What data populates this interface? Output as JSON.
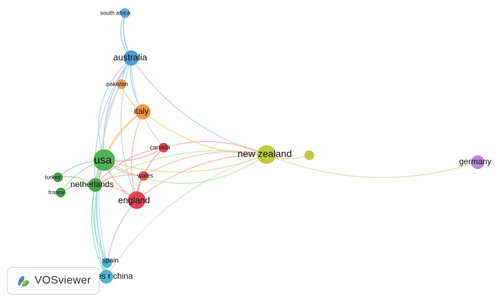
{
  "network": {
    "nodes": [
      {
        "id": "south_africa",
        "label": "south africa",
        "color": "#5fa4dc",
        "weight": 1
      },
      {
        "id": "australia",
        "label": "australia",
        "color": "#4a97d6",
        "weight": 4
      },
      {
        "id": "pakistan",
        "label": "pakistan",
        "color": "#e8934a",
        "weight": 1
      },
      {
        "id": "italy",
        "label": "italy",
        "color": "#ef8f3a",
        "weight": 4
      },
      {
        "id": "canada",
        "label": "canada",
        "color": "#e03c3c",
        "weight": 1
      },
      {
        "id": "usa",
        "label": "usa",
        "color": "#47b04f",
        "weight": 10
      },
      {
        "id": "new_zealand",
        "label": "new zealand",
        "color": "#bcc73a",
        "weight": 7
      },
      {
        "id": "nz_satellite",
        "label": "",
        "color": "#bcc73a",
        "weight": 1
      },
      {
        "id": "germany",
        "label": "germany",
        "color": "#b37fdc",
        "weight": 3
      },
      {
        "id": "turkey",
        "label": "turkey",
        "color": "#3f9a45",
        "weight": 1
      },
      {
        "id": "netherlands",
        "label": "netherlands",
        "color": "#3fa245",
        "weight": 3
      },
      {
        "id": "france",
        "label": "france",
        "color": "#3f9a45",
        "weight": 1
      },
      {
        "id": "wales",
        "label": "wales",
        "color": "#e05050",
        "weight": 1
      },
      {
        "id": "england",
        "label": "england",
        "color": "#e03c4c",
        "weight": 6
      },
      {
        "id": "spain",
        "label": "spain",
        "color": "#3fb3d0",
        "weight": 1
      },
      {
        "id": "peoples_r_china",
        "label": "peoples r china",
        "color": "#3fb3d0",
        "weight": 3
      }
    ],
    "edges": [
      {
        "source": "south_africa",
        "target": "australia",
        "color": "#8bbce6"
      },
      {
        "source": "south_africa",
        "target": "australia",
        "color": "#a4c9ea"
      },
      {
        "source": "australia",
        "target": "pakistan",
        "color": "#a8c8e6"
      },
      {
        "source": "australia",
        "target": "italy",
        "color": "#a8c8e6"
      },
      {
        "source": "australia",
        "target": "usa",
        "color": "#a8c8e6"
      },
      {
        "source": "australia",
        "target": "usa",
        "color": "#b7d2ea"
      },
      {
        "source": "australia",
        "target": "new_zealand",
        "color": "#a8c8e6"
      },
      {
        "source": "australia",
        "target": "england",
        "color": "#b4cdea"
      },
      {
        "source": "australia",
        "target": "canada",
        "color": "#c4d8ec"
      },
      {
        "source": "australia",
        "target": "netherlands",
        "color": "#b8d0ea"
      },
      {
        "source": "australia",
        "target": "peoples_r_china",
        "color": "#a9d9e8"
      },
      {
        "source": "australia",
        "target": "spain",
        "color": "#b2dde9"
      },
      {
        "source": "pakistan",
        "target": "usa",
        "color": "#f2c89c"
      },
      {
        "source": "pakistan",
        "target": "italy",
        "color": "#f2c89c"
      },
      {
        "source": "italy",
        "target": "usa",
        "color": "#f4c68e"
      },
      {
        "source": "italy",
        "target": "new_zealand",
        "color": "#f1d58c"
      },
      {
        "source": "italy",
        "target": "england",
        "color": "#f3b3a0"
      },
      {
        "source": "italy",
        "target": "netherlands",
        "color": "#d7cf8e"
      },
      {
        "source": "usa",
        "target": "new_zealand",
        "color": "#cfe08e"
      },
      {
        "source": "usa",
        "target": "new_zealand",
        "color": "#bcdd98"
      },
      {
        "source": "usa",
        "target": "england",
        "color": "#f2a4a4"
      },
      {
        "source": "usa",
        "target": "canada",
        "color": "#f2a4a4"
      },
      {
        "source": "usa",
        "target": "wales",
        "color": "#f2a4a4"
      },
      {
        "source": "usa",
        "target": "netherlands",
        "color": "#9ad69c"
      },
      {
        "source": "usa",
        "target": "turkey",
        "color": "#a3d6a5"
      },
      {
        "source": "usa",
        "target": "france",
        "color": "#a3d6a5"
      },
      {
        "source": "usa",
        "target": "spain",
        "color": "#9ad9cc"
      },
      {
        "source": "usa",
        "target": "peoples_r_china",
        "color": "#9ad9cc"
      },
      {
        "source": "new_zealand",
        "target": "germany",
        "color": "#dcd7b2"
      },
      {
        "source": "new_zealand",
        "target": "england",
        "color": "#f2b9a6"
      },
      {
        "source": "new_zealand",
        "target": "netherlands",
        "color": "#cfe196"
      },
      {
        "source": "new_zealand",
        "target": "canada",
        "color": "#f3b4a4"
      },
      {
        "source": "new_zealand",
        "target": "wales",
        "color": "#f3c0ac"
      },
      {
        "source": "new_zealand",
        "target": "nz_satellite",
        "color": "#d7dd8a"
      },
      {
        "source": "new_zealand",
        "target": "peoples_r_china",
        "color": "#c6e2c6"
      },
      {
        "source": "canada",
        "target": "england",
        "color": "#f29c9c"
      },
      {
        "source": "canada",
        "target": "netherlands",
        "color": "#f2b0b0"
      },
      {
        "source": "wales",
        "target": "england",
        "color": "#f29c9c"
      },
      {
        "source": "wales",
        "target": "netherlands",
        "color": "#f2b0b0"
      },
      {
        "source": "england",
        "target": "netherlands",
        "color": "#f2b0b0"
      },
      {
        "source": "england",
        "target": "peoples_r_china",
        "color": "#c9c4d6"
      },
      {
        "source": "netherlands",
        "target": "turkey",
        "color": "#9fd29f"
      },
      {
        "source": "netherlands",
        "target": "france",
        "color": "#9fd29f"
      },
      {
        "source": "netherlands",
        "target": "spain",
        "color": "#9ad9cc"
      },
      {
        "source": "netherlands",
        "target": "peoples_r_china",
        "color": "#9ad9cc"
      },
      {
        "source": "spain",
        "target": "peoples_r_china",
        "color": "#8ed3e2"
      }
    ]
  },
  "logo": {
    "text": "VOSviewer",
    "icon": "vosviewer-logo-icon",
    "icon_colors": [
      "#d83a3a",
      "#f0b330",
      "#55b24a",
      "#3a8fd8"
    ]
  }
}
